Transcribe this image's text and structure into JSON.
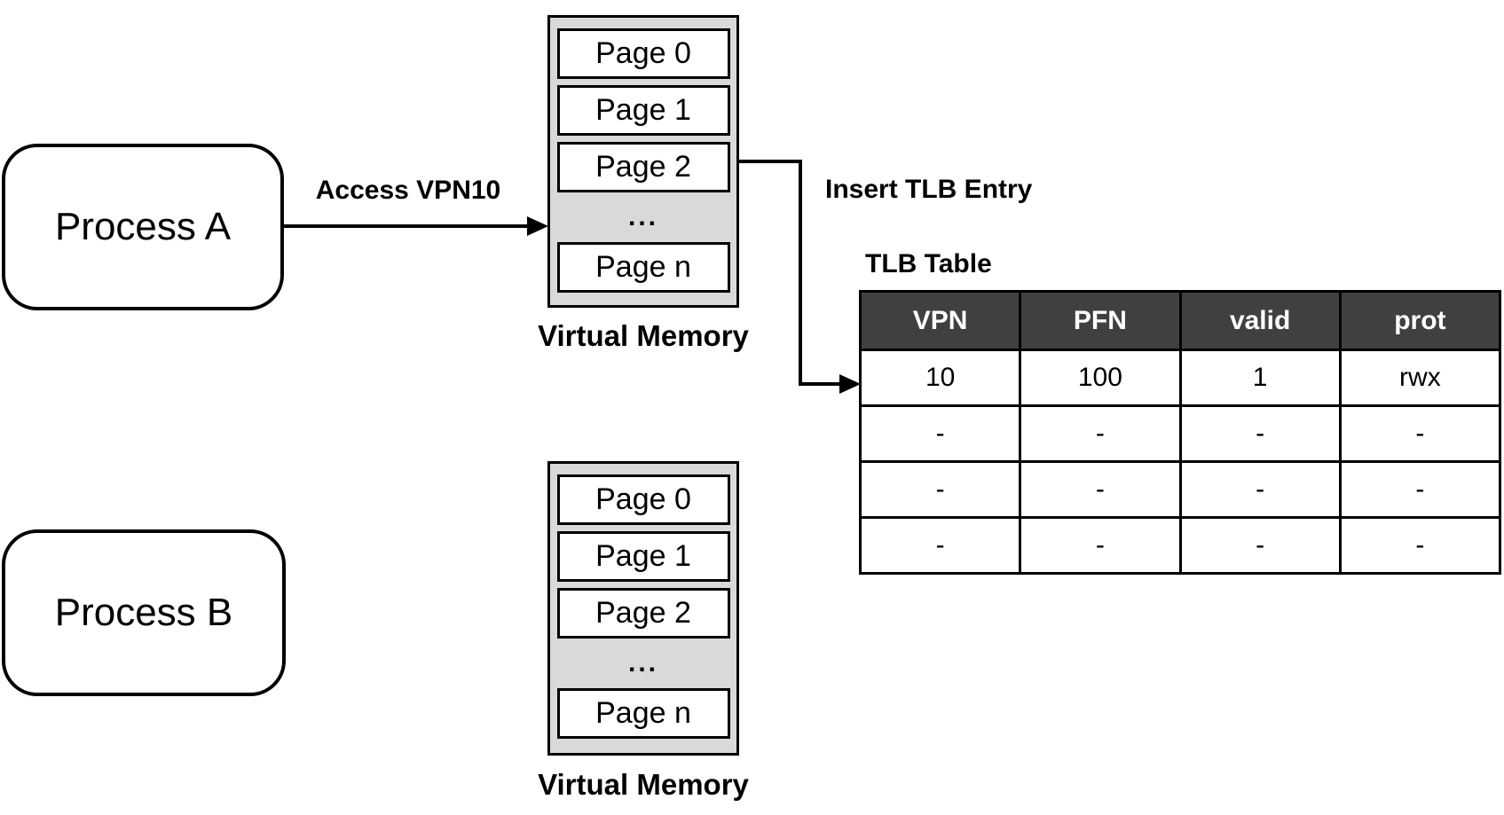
{
  "colors": {
    "background": "#ffffff",
    "stroke": "#000000",
    "stack_fill": "#d9d9d9",
    "page_fill": "#ffffff",
    "table_header_fill": "#404040",
    "table_header_text": "#ffffff"
  },
  "process_a": {
    "label": "Process A"
  },
  "process_b": {
    "label": "Process B"
  },
  "access_arrow": {
    "label": "Access VPN10"
  },
  "insert_arrow": {
    "label": "Insert TLB Entry"
  },
  "vm_a": {
    "pages": [
      "Page 0",
      "Page 1",
      "Page 2",
      "...",
      "Page n"
    ],
    "caption": "Virtual Memory"
  },
  "vm_b": {
    "pages": [
      "Page 0",
      "Page 1",
      "Page 2",
      "...",
      "Page n"
    ],
    "caption": "Virtual Memory"
  },
  "tlb": {
    "title": "TLB Table",
    "headers": [
      "VPN",
      "PFN",
      "valid",
      "prot"
    ],
    "rows": [
      [
        "10",
        "100",
        "1",
        "rwx"
      ],
      [
        "-",
        "-",
        "-",
        "-"
      ],
      [
        "-",
        "-",
        "-",
        "-"
      ],
      [
        "-",
        "-",
        "-",
        "-"
      ]
    ]
  }
}
